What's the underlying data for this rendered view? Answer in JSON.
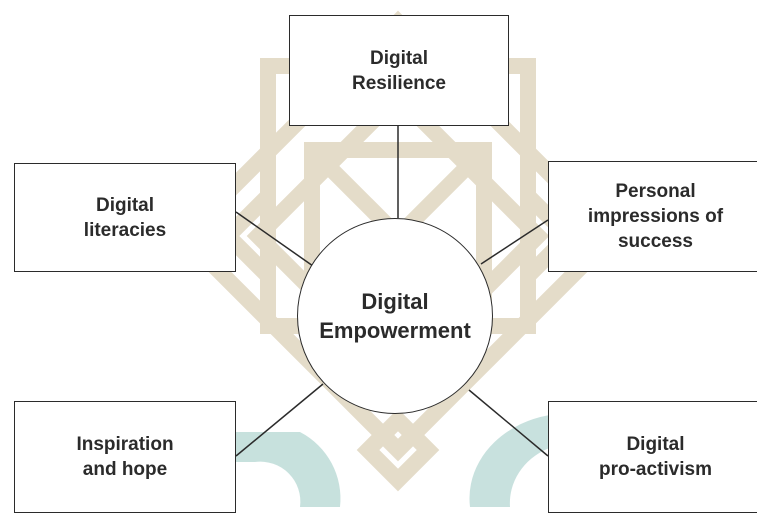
{
  "diagram": {
    "center": {
      "label": "Digital\nEmpowerment"
    },
    "nodes": [
      {
        "id": "resilience",
        "label": "Digital\nResilience"
      },
      {
        "id": "literacies",
        "label": "Digital\nliteracies"
      },
      {
        "id": "impressions",
        "label": "Personal\nimpressions of\nsuccess"
      },
      {
        "id": "inspiration",
        "label": "Inspiration\nand hope"
      },
      {
        "id": "proactivism",
        "label": "Digital\npro-activism"
      }
    ]
  },
  "colors": {
    "stroke": "#2b2b2b",
    "watermark_pattern": "#cfc09e",
    "watermark_letters": "#9bc9c3"
  }
}
